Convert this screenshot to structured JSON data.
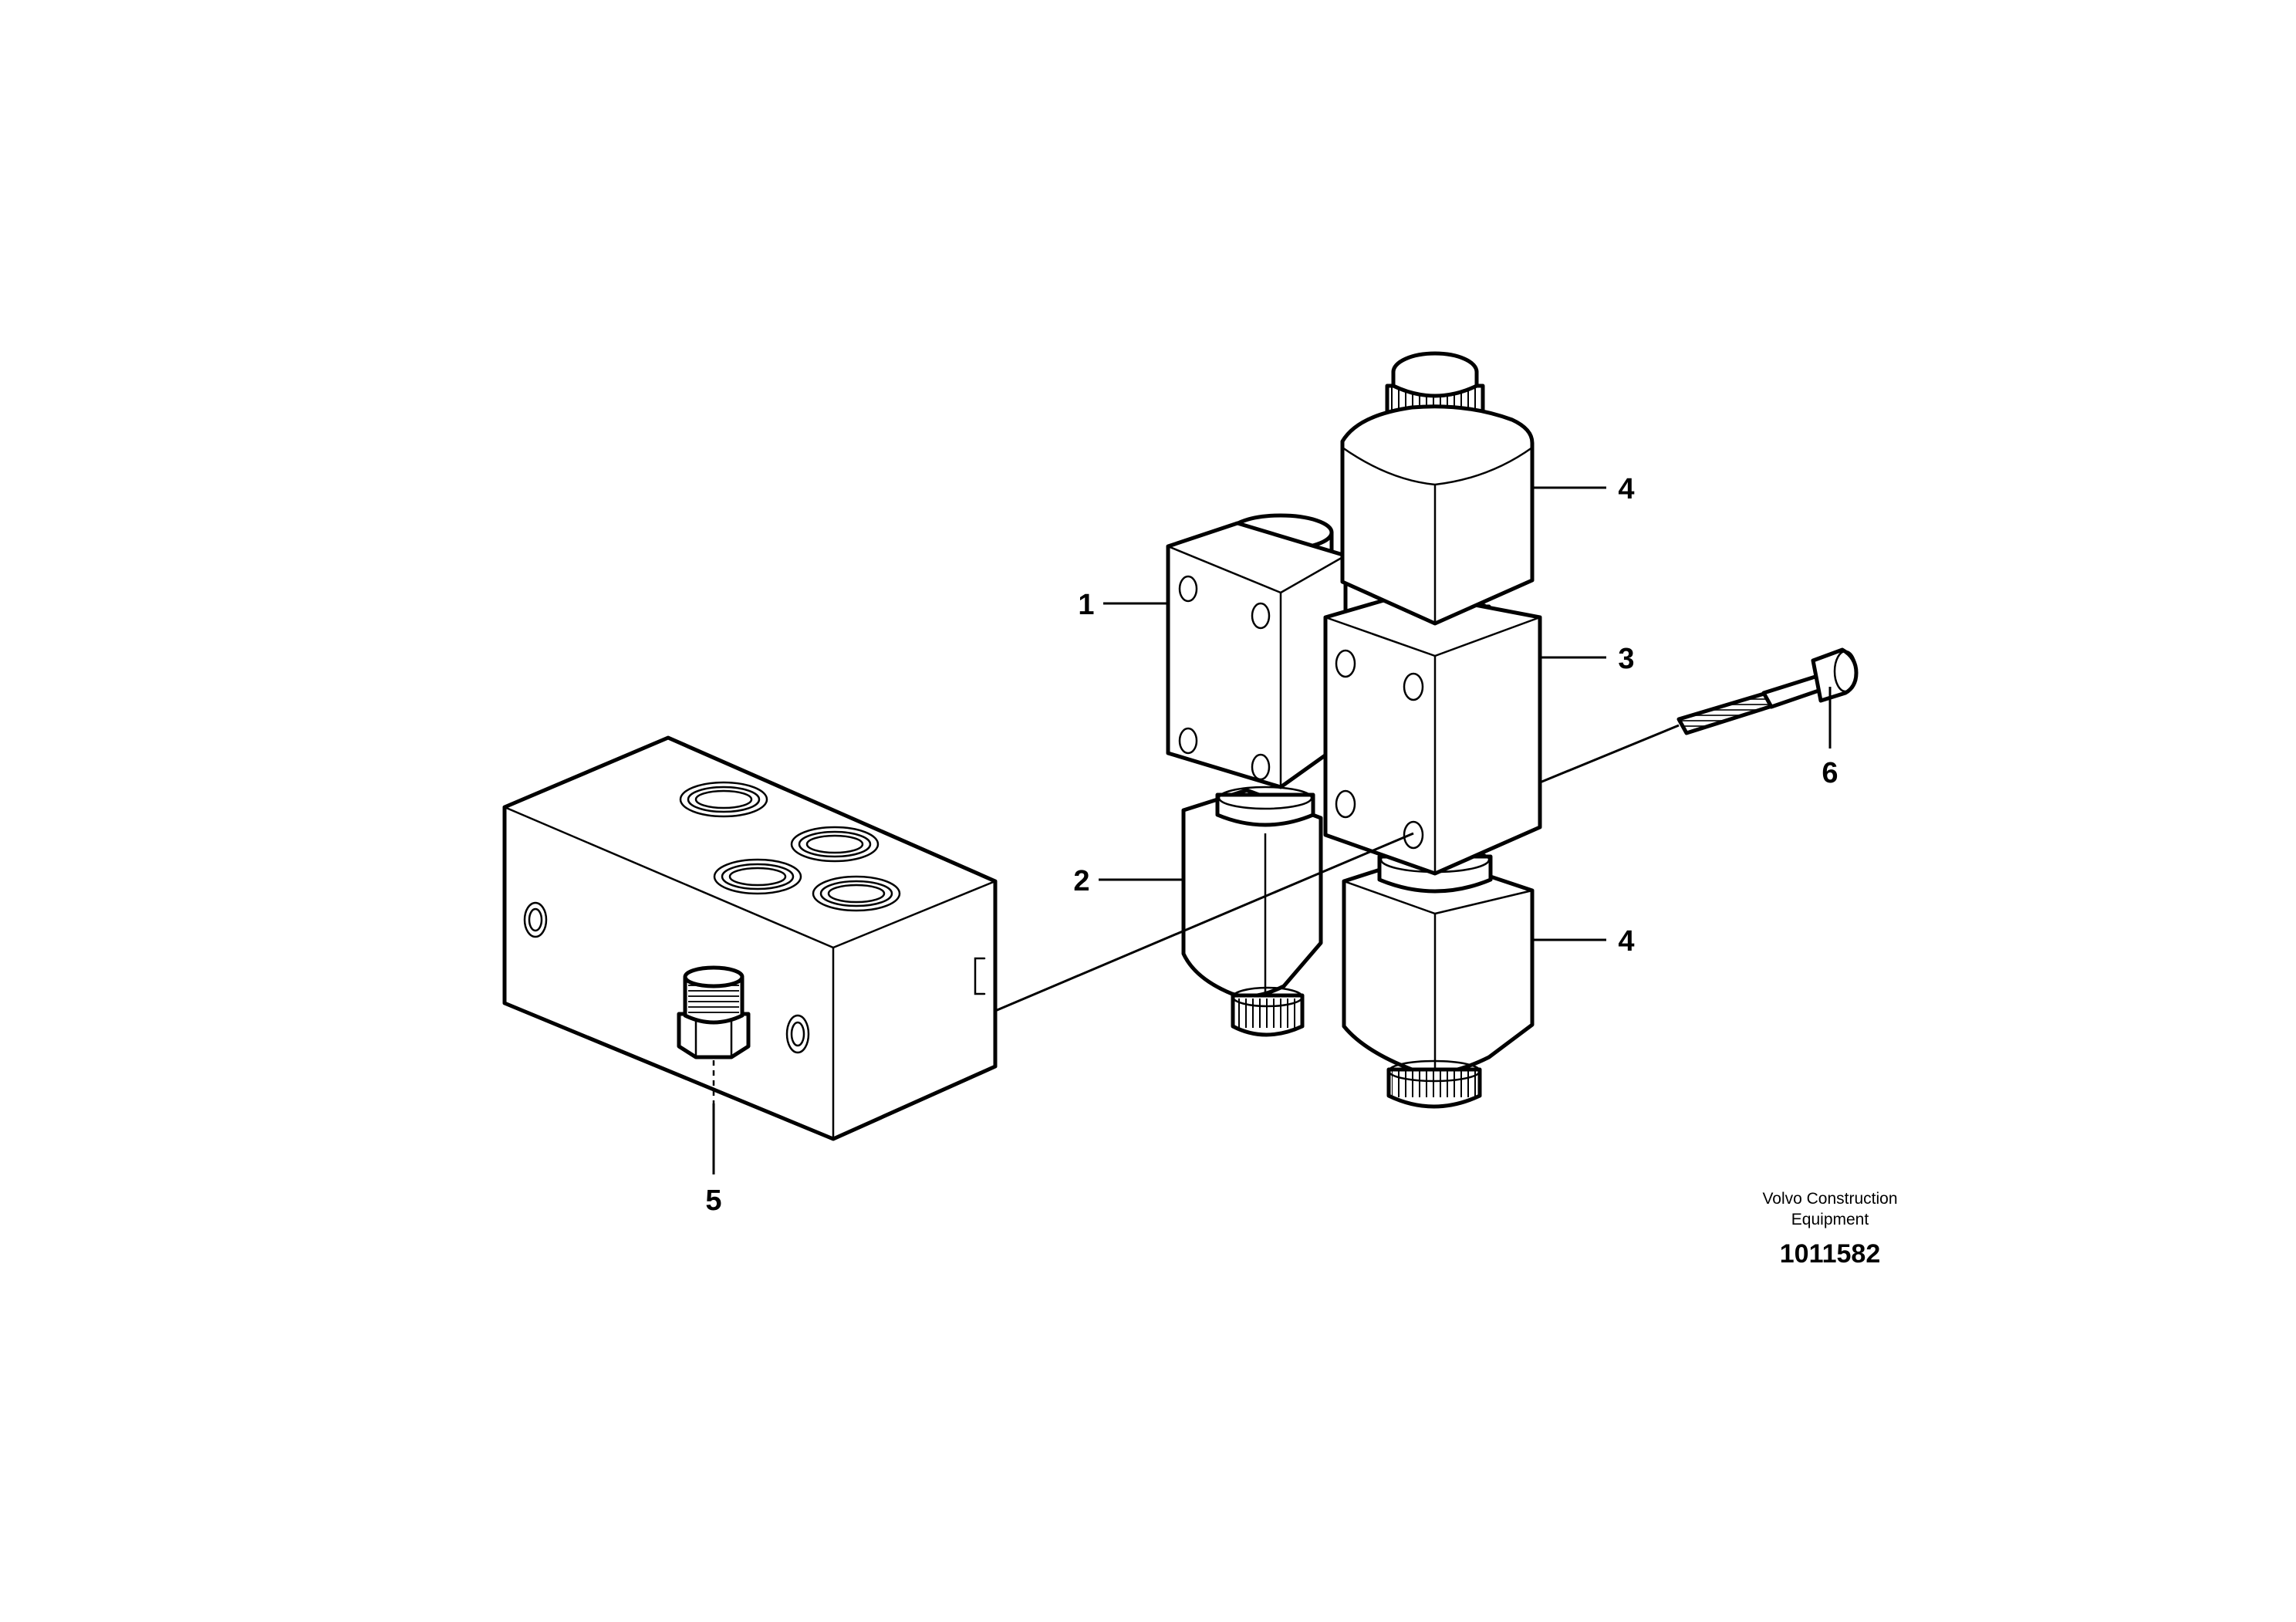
{
  "callouts": {
    "c1": "1",
    "c2": "2",
    "c3": "3",
    "c4a": "4",
    "c4b": "4",
    "c5": "5",
    "c6": "6"
  },
  "footer": {
    "brand_line1": "Volvo Construction",
    "brand_line2": "Equipment",
    "reference_number": "1011582"
  }
}
